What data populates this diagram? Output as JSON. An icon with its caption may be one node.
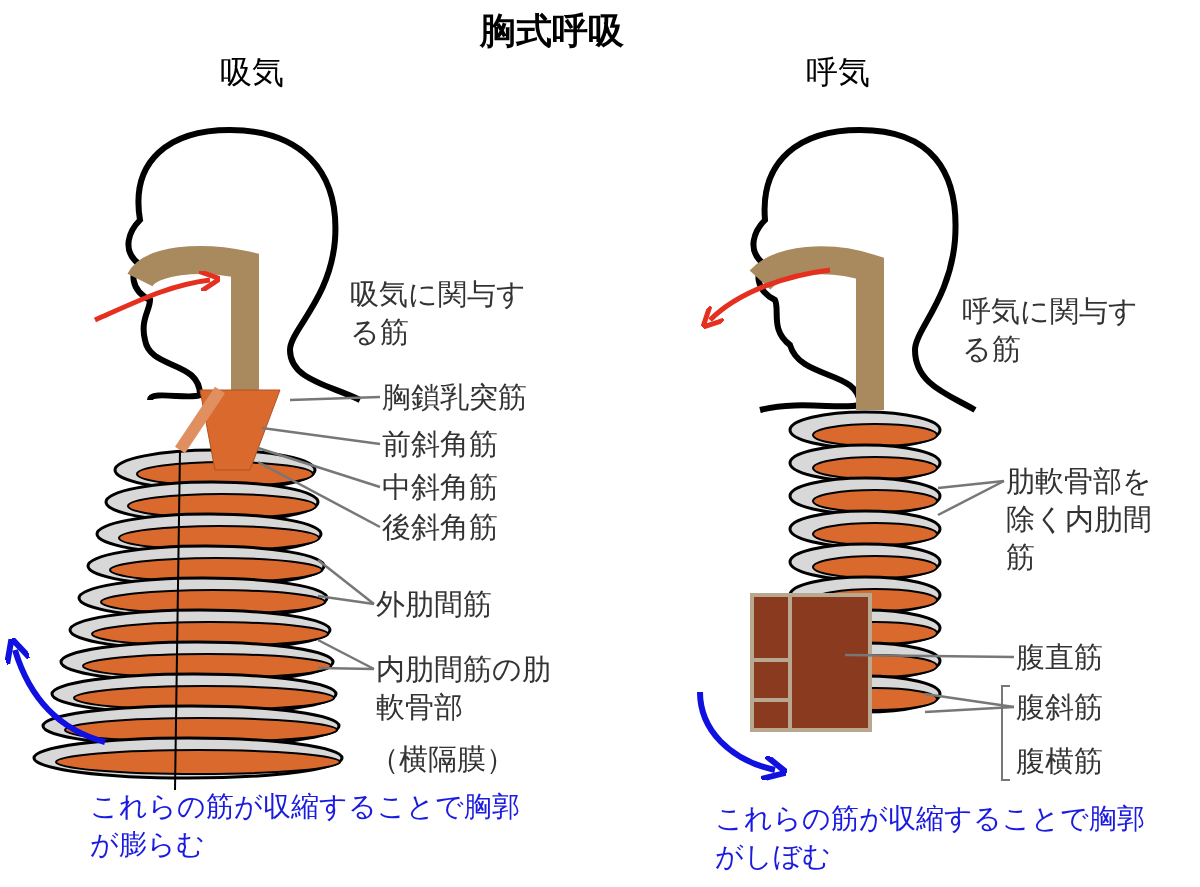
{
  "diagram": {
    "title": "胸式呼吸",
    "nodes": [
      {
        "text": [
          "胸鎖乳突筋"
        ]
      },
      {
        "text": [
          "前斜角筋"
        ]
      },
      {
        "text": [
          "中斜角筋"
        ]
      },
      {
        "text": [
          "後斜角筋"
        ]
      },
      {
        "text": [
          "外肋間筋"
        ]
      },
      {
        "text": [
          "内肋間筋の肋軟骨部"
        ]
      },
      {
        "text": [
          "肋軟骨部を除く内肋間筋"
        ]
      },
      {
        "text": [
          "腹直筋"
        ]
      },
      {
        "text": [
          "腹斜筋"
        ]
      }
    ],
    "edges": [
      {
        "from": 0,
        "to": null,
        "arrow": "none"
      },
      {
        "from": 1,
        "to": null,
        "arrow": "none"
      },
      {
        "from": 2,
        "to": null,
        "arrow": "none"
      },
      {
        "from": 3,
        "to": null,
        "arrow": "none"
      },
      {
        "from": 4,
        "to": null,
        "arrow": "none"
      },
      {
        "from": 4,
        "to": null,
        "arrow": "none"
      },
      {
        "from": 5,
        "to": null,
        "arrow": "none"
      },
      {
        "from": 5,
        "to": null,
        "arrow": "none"
      },
      {
        "from": 6,
        "to": null,
        "arrow": "none"
      },
      {
        "from": 6,
        "to": null,
        "arrow": "none"
      },
      {
        "from": 7,
        "to": null,
        "arrow": "none"
      },
      {
        "from": 8,
        "to": null,
        "arrow": "none"
      },
      {
        "from": 8,
        "to": null,
        "arrow": "none"
      }
    ],
    "labels": [
      "吸気",
      "呼気",
      "吸気に関与する筋",
      "呼気に関与する筋",
      "（横隔膜）",
      "腹横筋",
      "これらの筋が収縮することで胸郭が膨らむ",
      "これらの筋が収縮することで胸郭がしぼむ"
    ]
  }
}
